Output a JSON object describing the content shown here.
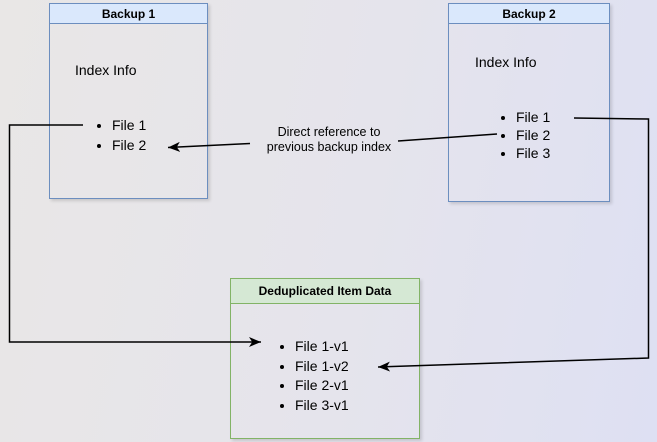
{
  "canvas": {
    "background_from": "#e9e7e6",
    "background_to": "#dee0f3"
  },
  "backup1": {
    "title": "Backup 1",
    "index_label": "Index Info",
    "files": [
      "File 1",
      "File 2"
    ],
    "header_fill": "#dae8fc",
    "border_color": "#6c8ebf"
  },
  "backup2": {
    "title": "Backup 2",
    "index_label": "Index Info",
    "files": [
      "File 1",
      "File 2",
      "File 3"
    ],
    "header_fill": "#dae8fc",
    "border_color": "#6c8ebf"
  },
  "dedup": {
    "title": "Deduplicated Item Data",
    "files": [
      "File 1-v1",
      "File 1-v2",
      "File 2-v1",
      "File 3-v1"
    ],
    "header_fill": "#d5e8d4",
    "border_color": "#82b366"
  },
  "edge_label": {
    "line1": "Direct reference to",
    "line2": "previous backup index"
  },
  "arrows": {
    "color": "#000000"
  }
}
